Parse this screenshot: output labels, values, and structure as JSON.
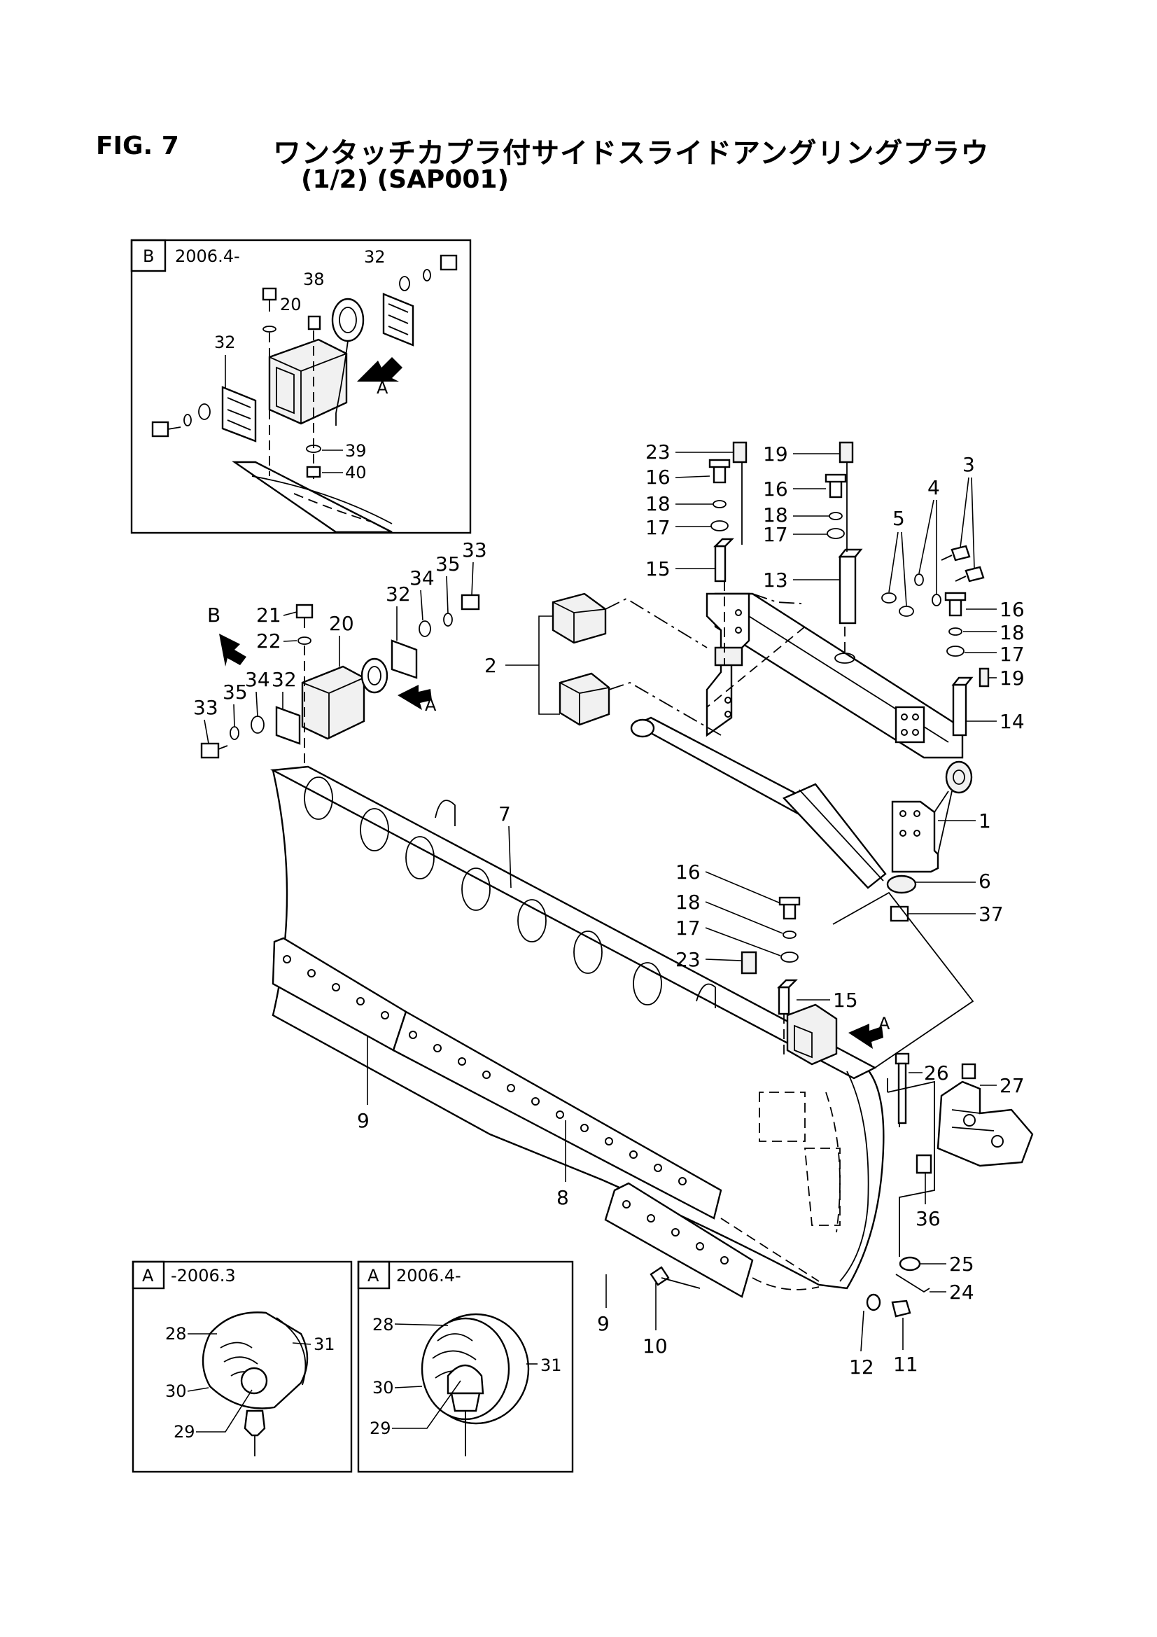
{
  "header": {
    "figure_number": "FIG. 7",
    "title_line1": "ワンタッチカプラ付サイドスライドアングリングプラウ",
    "title_line2": "(1/2) (SAP001)"
  },
  "insets": {
    "B": {
      "tag": "B",
      "date": "2006.4-"
    },
    "A_old": {
      "tag": "A",
      "date": "-2006.3"
    },
    "A_new": {
      "tag": "A",
      "date": "2006.4-"
    }
  },
  "view_markers": {
    "a": "A",
    "b": "B"
  },
  "callouts": {
    "p1": "1",
    "p2": "2",
    "p3": "3",
    "p4": "4",
    "p5": "5",
    "p6": "6",
    "p7": "7",
    "p8": "8",
    "p9": "9",
    "p10": "10",
    "p11": "11",
    "p12": "12",
    "p13": "13",
    "p14": "14",
    "p15": "15",
    "p16": "16",
    "p17": "17",
    "p18": "18",
    "p19": "19",
    "p20": "20",
    "p21": "21",
    "p22": "22",
    "p23": "23",
    "p24": "24",
    "p25": "25",
    "p26": "26",
    "p27": "27",
    "p28": "28",
    "p29": "29",
    "p30": "30",
    "p31": "31",
    "p32": "32",
    "p33": "33",
    "p34": "34",
    "p35": "35",
    "p36": "36",
    "p37": "37",
    "p38": "38",
    "p39": "39",
    "p40": "40"
  }
}
